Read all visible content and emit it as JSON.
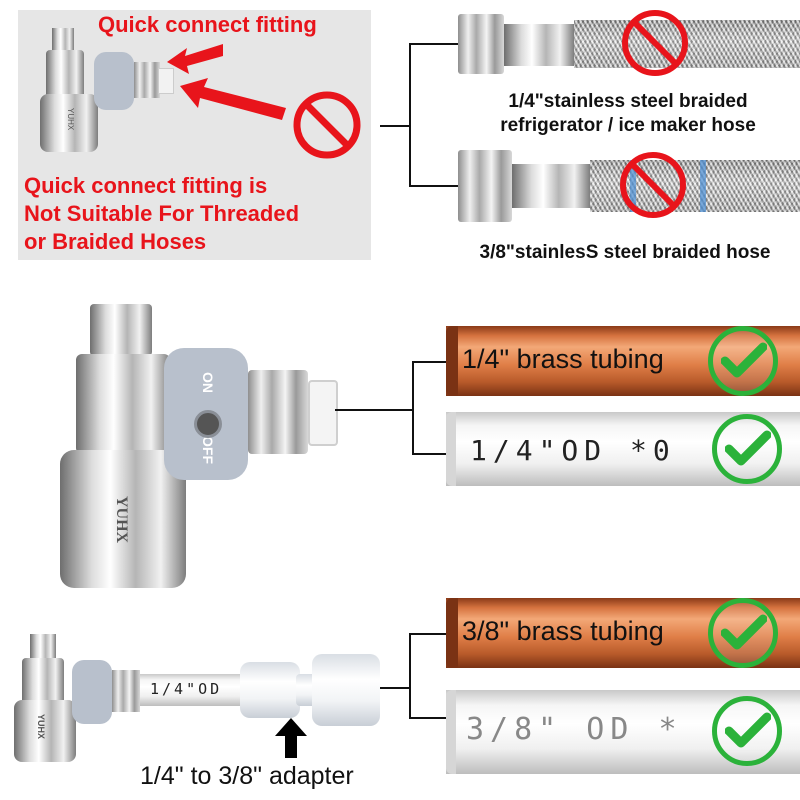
{
  "top_panel": {
    "title": "Quick connect fitting",
    "warning_lines": [
      "Quick connect fitting is",
      "Not Suitable For Threaded",
      "or Braided Hoses"
    ]
  },
  "hoses": {
    "quarter_inch_lines": [
      "1/4\"stainless steel braided",
      "refrigerator / ice maker hose"
    ],
    "three_eighths": "3/8\"stainlesS steel braided hose"
  },
  "middle": {
    "brass_label": "1/4\" brass tubing",
    "pe_tube_print": "1/4\"OD  *0",
    "valve_marks": {
      "brand": "YUHX",
      "on": "ON",
      "off": "OFF"
    }
  },
  "bottom": {
    "brass_label": "3/8\" brass tubing",
    "pe_tube_print": "3/8\"  OD  *",
    "small_tube_print": "1/4\"OD",
    "adapter_label": "1/4\" to 3/8\" adapter"
  },
  "colors": {
    "warning_red": "#e8141b",
    "check_green": "#2bb23a",
    "panel_grey": "#e6e6e6"
  },
  "icons": [
    "prohibited-sign-icon",
    "check-circle-icon",
    "red-arrow-icon",
    "black-up-arrow-icon"
  ]
}
